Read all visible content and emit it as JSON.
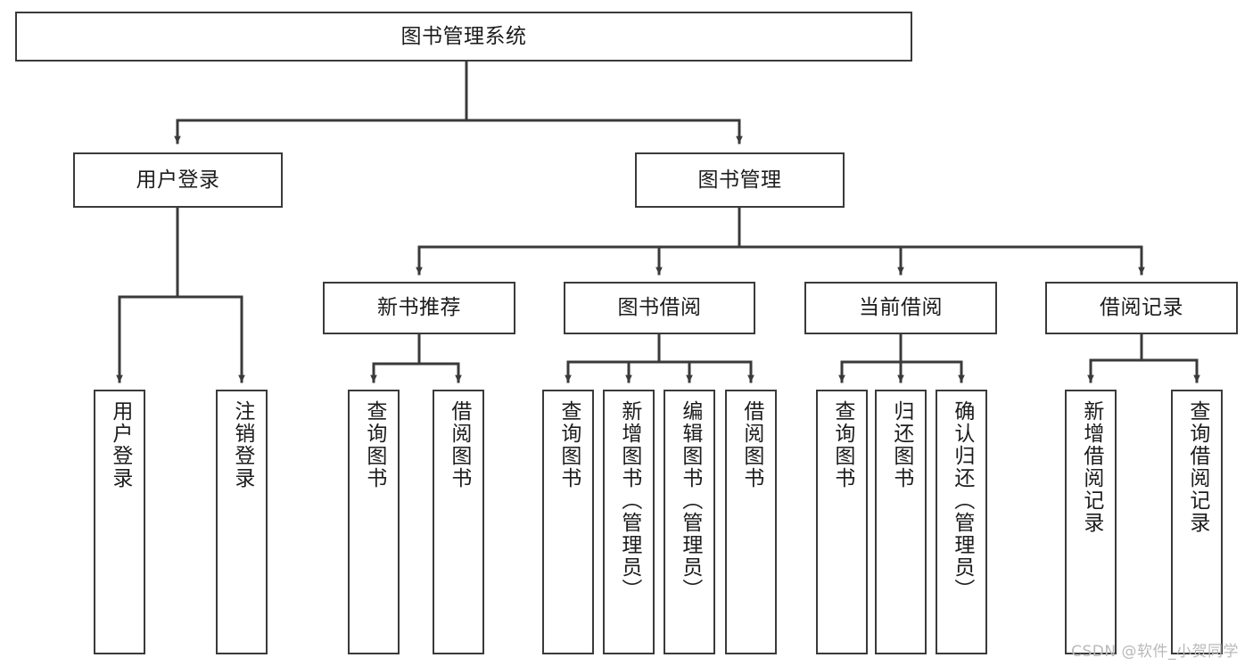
{
  "diagram": {
    "title": "图书管理系统",
    "watermark": "CSDN @软件_小贺同学",
    "levels": {
      "root": {
        "label": "图书管理系统"
      },
      "level2": [
        {
          "label": "用户登录"
        },
        {
          "label": "图书管理"
        }
      ],
      "level3": [
        {
          "label": "新书推荐"
        },
        {
          "label": "图书借阅"
        },
        {
          "label": "当前借阅"
        },
        {
          "label": "借阅记录"
        }
      ],
      "leaves": {
        "user_login": [
          {
            "label": "用户登录"
          },
          {
            "label": "注销登录"
          }
        ],
        "new_book_recommend": [
          {
            "label": "查询图书"
          },
          {
            "label": "借阅图书"
          }
        ],
        "book_borrow": [
          {
            "label": "查询图书"
          },
          {
            "label": "新增图书（管理员）"
          },
          {
            "label": "编辑图书（管理员）"
          },
          {
            "label": "借阅图书"
          }
        ],
        "current_borrow": [
          {
            "label": "查询图书"
          },
          {
            "label": "归还图书"
          },
          {
            "label": "确认归还（管理员）"
          }
        ],
        "borrow_record": [
          {
            "label": "新增借阅记录"
          },
          {
            "label": "查询借阅记录"
          }
        ]
      }
    },
    "colors": {
      "border": "#3a3a3a",
      "line": "#3a3a3a",
      "background": "#ffffff",
      "text": "#1c1c1c",
      "watermark": "#b9b9b9"
    }
  }
}
